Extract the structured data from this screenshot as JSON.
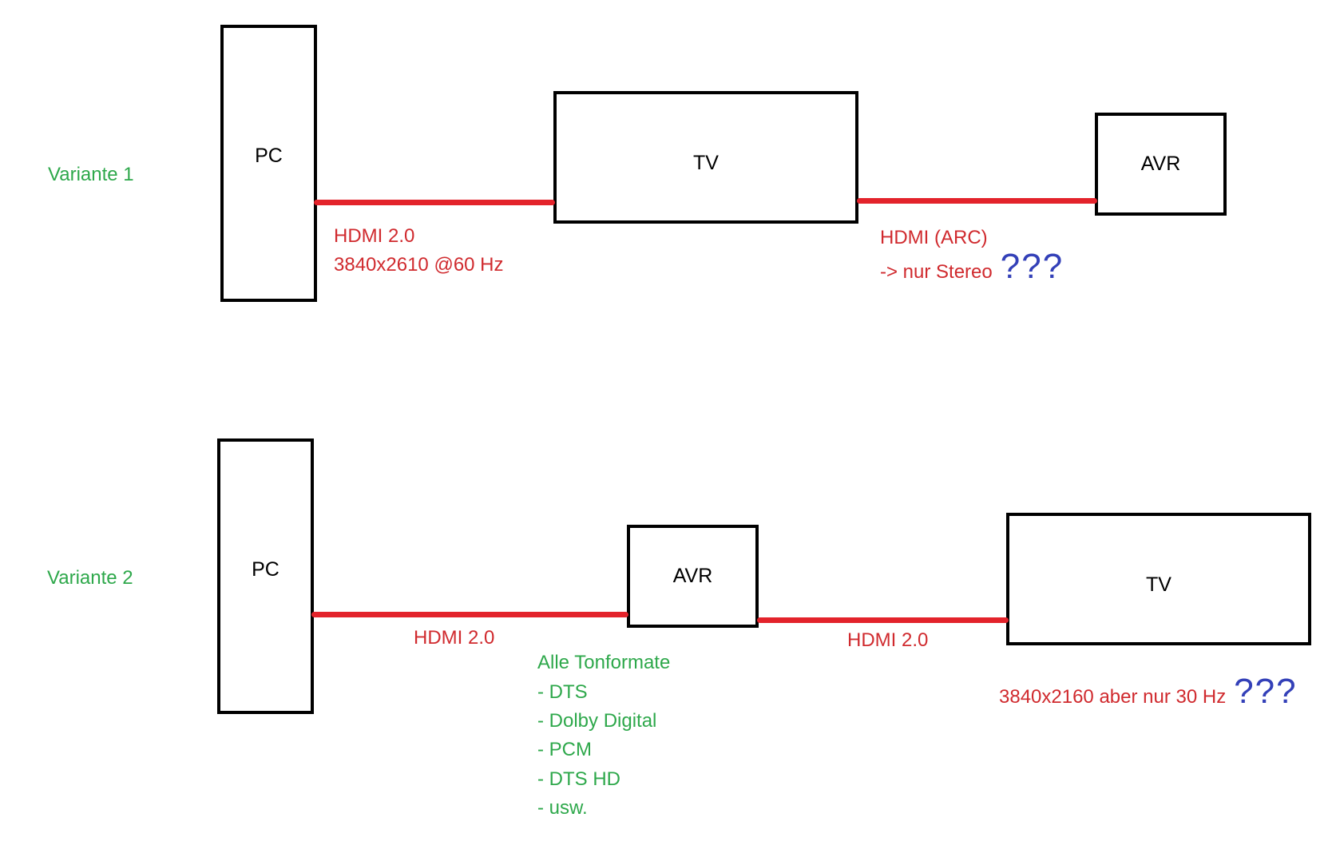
{
  "variants": [
    {
      "title": "Variante 1",
      "devices": [
        "PC",
        "TV",
        "AVR"
      ],
      "connections": [
        {
          "label_lines": [
            "HDMI 2.0",
            "3840x2610 @60 Hz"
          ]
        },
        {
          "label_lines": [
            "HDMI (ARC)",
            "-> nur Stereo"
          ],
          "question": "???"
        }
      ]
    },
    {
      "title": "Variante 2",
      "devices": [
        "PC",
        "AVR",
        "TV"
      ],
      "connections": [
        {
          "label_lines": [
            "HDMI 2.0"
          ]
        },
        {
          "label_lines": [
            "HDMI 2.0"
          ]
        }
      ],
      "avr_notes": [
        "Alle Tonformate",
        "- DTS",
        "- Dolby Digital",
        "- PCM",
        "- DTS HD",
        "- usw."
      ],
      "tv_note": {
        "text": "3840x2160 aber nur 30 Hz",
        "question": "???"
      }
    }
  ],
  "colors": {
    "wire": "#e3232b",
    "label_red": "#d02a2e",
    "label_green": "#2ea84b",
    "question_blue": "#3340b8"
  }
}
